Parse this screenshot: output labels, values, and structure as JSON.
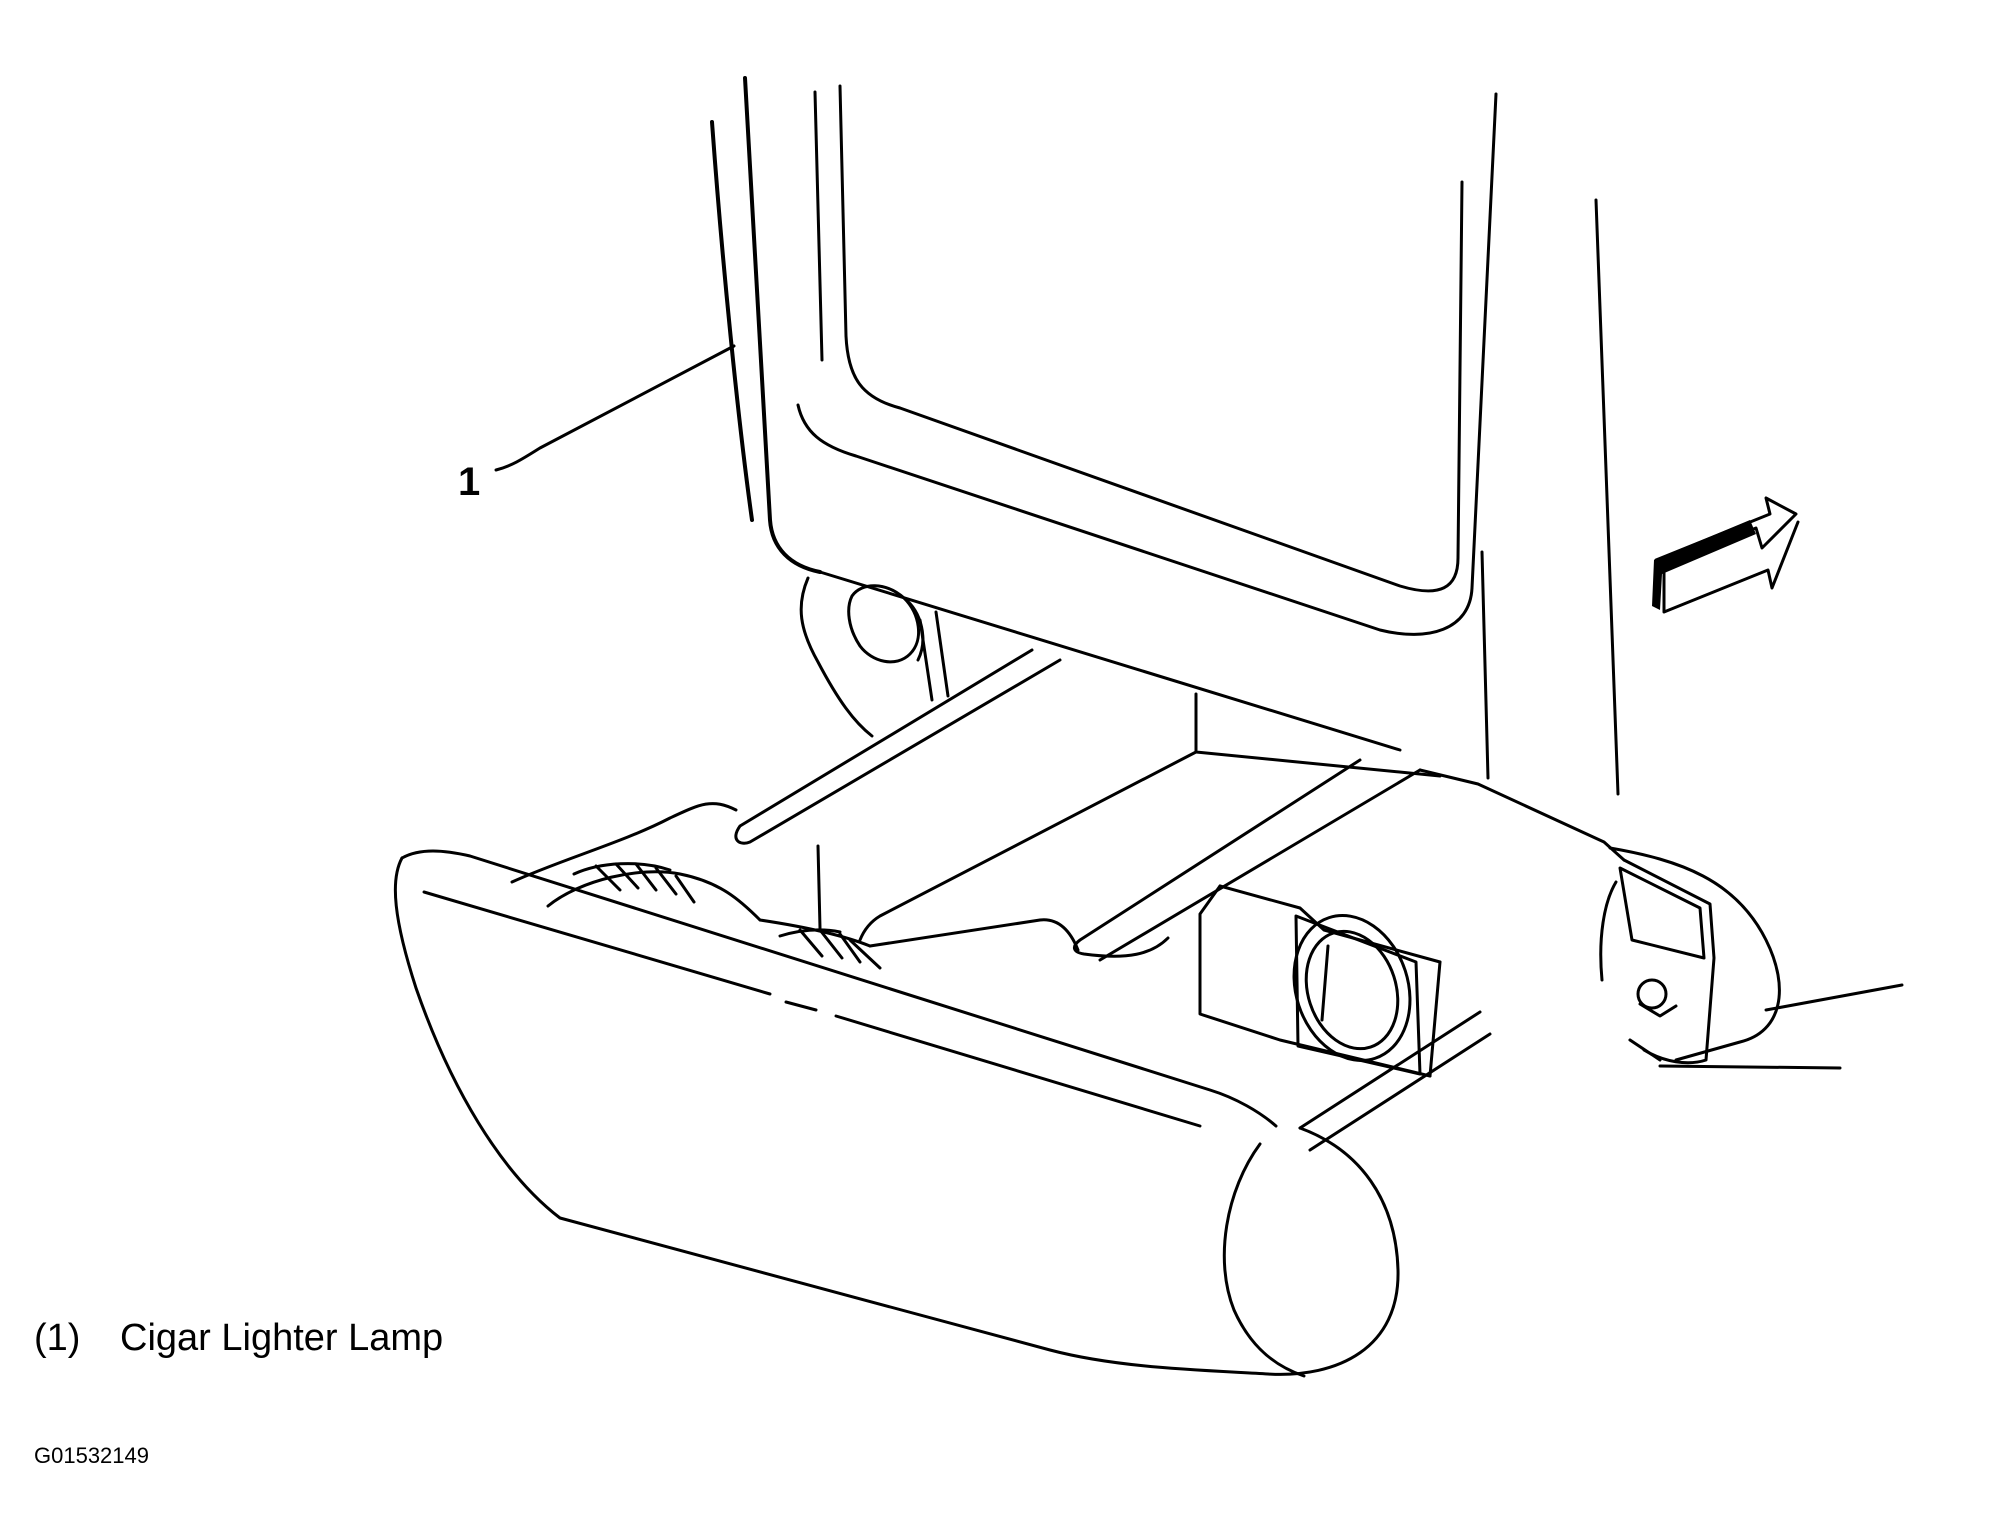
{
  "callout": {
    "number": "1"
  },
  "legend": {
    "items": [
      {
        "number": "(1)",
        "label": "Cigar Lighter Lamp"
      }
    ]
  },
  "figure_id": "G01532149",
  "icons": [
    "direction-arrow-icon"
  ],
  "colors": {
    "ink": "#000000",
    "background": "#ffffff"
  }
}
